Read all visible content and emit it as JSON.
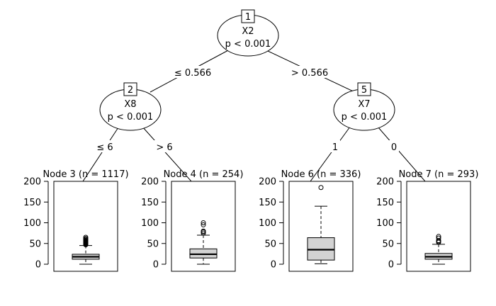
{
  "inner_nodes": [
    {
      "id": "1",
      "variable": "X2",
      "pvalue": "p < 0.001"
    },
    {
      "id": "2",
      "variable": "X8",
      "pvalue": "p < 0.001"
    },
    {
      "id": "5",
      "variable": "X7",
      "pvalue": "p < 0.001"
    }
  ],
  "edges": [
    {
      "label": "≤ 0.566"
    },
    {
      "label": "> 0.566"
    },
    {
      "label": "≤ 6"
    },
    {
      "label": "> 6"
    },
    {
      "label": "1"
    },
    {
      "label": "0"
    }
  ],
  "terminal_nodes": [
    {
      "title": "Node 3 (n = 1117)",
      "n": 1117
    },
    {
      "title": "Node 4 (n = 254)",
      "n": 254
    },
    {
      "title": "Node 6 (n = 336)",
      "n": 336
    },
    {
      "title": "Node 7 (n = 293)",
      "n": 293
    }
  ],
  "y_ticks": [
    "0",
    "50",
    "100",
    "150",
    "200"
  ],
  "chart_data": [
    {
      "type": "boxplot",
      "title": "Node 3 (n = 1117)",
      "ylim": [
        0,
        200
      ],
      "yticks": [
        0,
        50,
        100,
        150,
        200
      ],
      "whisker_low": 0,
      "q1": 12,
      "median": 18,
      "q3": 24,
      "whisker_high": 45,
      "outliers": [
        47,
        48,
        49,
        50,
        51,
        52,
        53,
        54,
        55,
        56,
        57,
        58,
        60,
        62,
        65
      ]
    },
    {
      "type": "boxplot",
      "title": "Node 4 (n = 254)",
      "ylim": [
        0,
        200
      ],
      "yticks": [
        0,
        50,
        100,
        150,
        200
      ],
      "whisker_low": 0,
      "q1": 15,
      "median": 24,
      "q3": 37,
      "whisker_high": 70,
      "outliers": [
        75,
        78,
        80,
        95,
        100
      ]
    },
    {
      "type": "boxplot",
      "title": "Node 6 (n = 336)",
      "ylim": [
        0,
        200
      ],
      "yticks": [
        0,
        50,
        100,
        150,
        200
      ],
      "whisker_low": 1,
      "q1": 10,
      "median": 35,
      "q3": 64,
      "whisker_high": 140,
      "outliers": [
        185
      ]
    },
    {
      "type": "boxplot",
      "title": "Node 7 (n = 293)",
      "ylim": [
        0,
        200
      ],
      "yticks": [
        0,
        50,
        100,
        150,
        200
      ],
      "whisker_low": 0,
      "q1": 12,
      "median": 18,
      "q3": 26,
      "whisker_high": 48,
      "outliers": [
        53,
        55,
        57,
        63,
        67
      ]
    }
  ]
}
